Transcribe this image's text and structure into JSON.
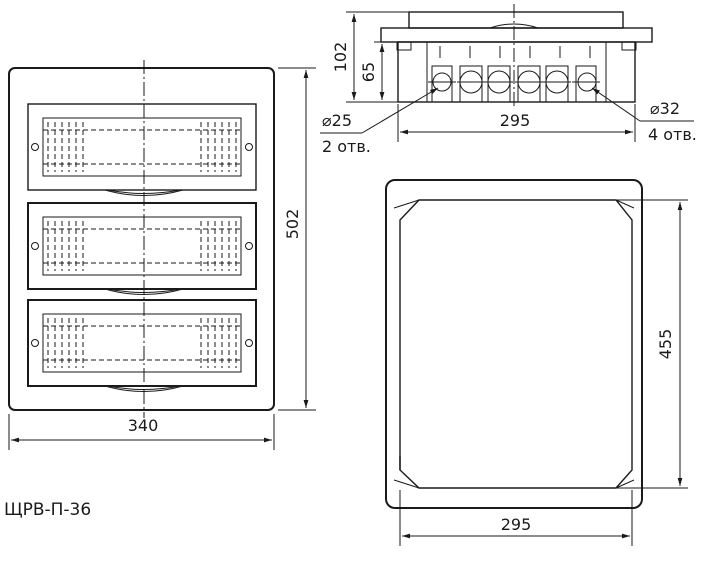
{
  "dimensions": {
    "front_width": "340",
    "front_height": "502",
    "side_depth": "102",
    "side_inner_depth": "65",
    "side_width": "295",
    "back_width": "295",
    "back_height": "455"
  },
  "holes": {
    "small_diameter": "⌀25",
    "small_count": "2 отв.",
    "large_diameter": "⌀32",
    "large_count": "4 отв."
  },
  "model_name": "ЩРВ-П-36",
  "colors": {
    "line": "#1a1a1a",
    "background": "#ffffff"
  }
}
